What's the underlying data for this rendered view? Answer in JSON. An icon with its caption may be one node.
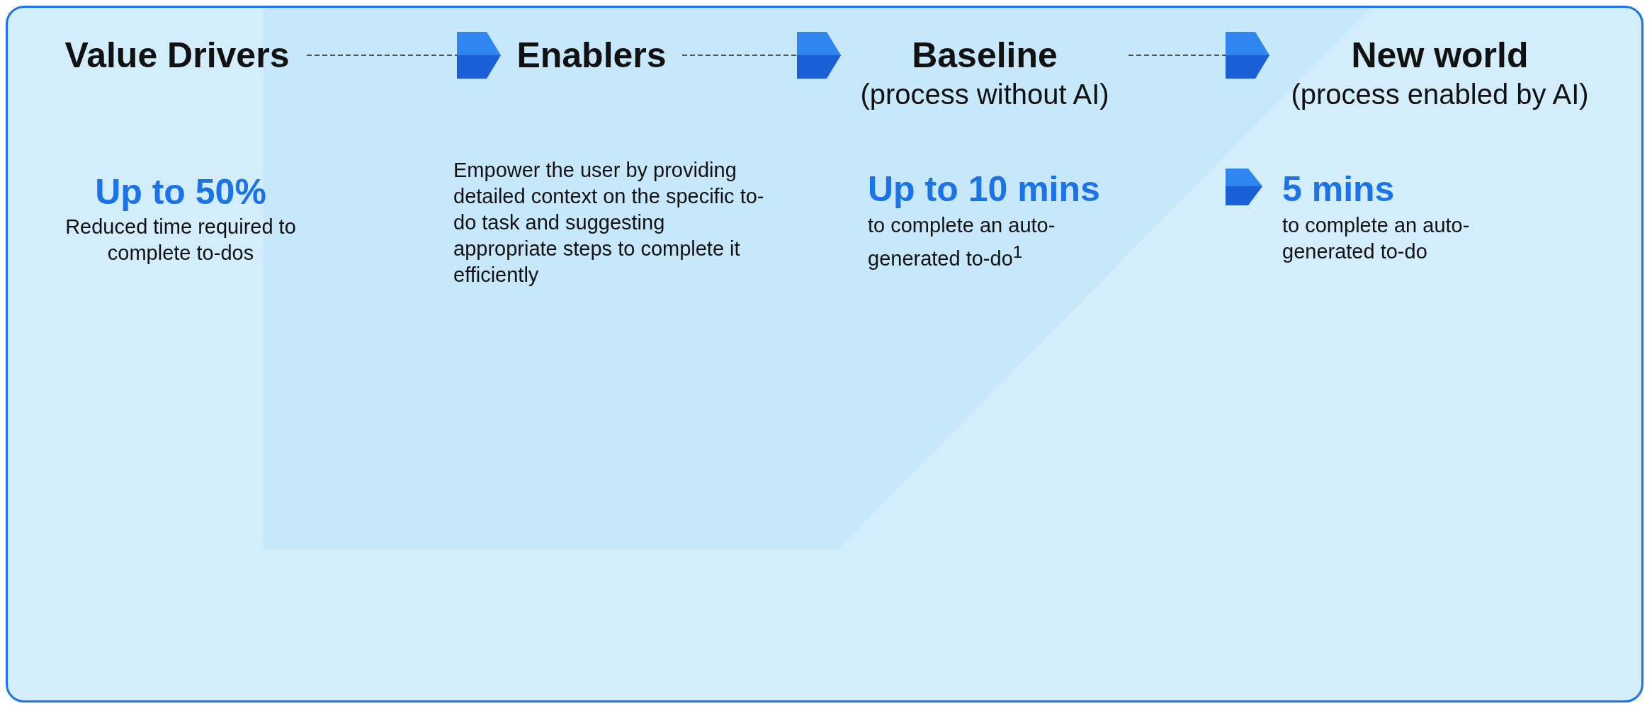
{
  "diagram": {
    "nodes": [
      {
        "text": [
          "Value Drivers"
        ]
      },
      {
        "text": [
          "Enablers"
        ]
      },
      {
        "text": [
          "Baseline",
          "(process without AI)"
        ]
      },
      {
        "text": [
          "New world",
          "(process enabled by AI)"
        ]
      }
    ],
    "edges": [
      {
        "from": 0,
        "to": 1,
        "arrow": "to",
        "style": "dashed"
      },
      {
        "from": 1,
        "to": 2,
        "arrow": "to",
        "style": "dashed"
      },
      {
        "from": 2,
        "to": 3,
        "arrow": "to",
        "style": "dashed"
      }
    ],
    "labels": [
      "Up to 50%",
      "Reduced time required to complete to-dos",
      "Empower the user by providing detailed context on the specific to-do task and suggesting appropriate steps to complete it efficiently",
      "Up to 10 mins",
      "to complete an auto-generated to-do$^{1}$",
      "5 mins",
      "to complete an auto-generated to-do"
    ]
  }
}
